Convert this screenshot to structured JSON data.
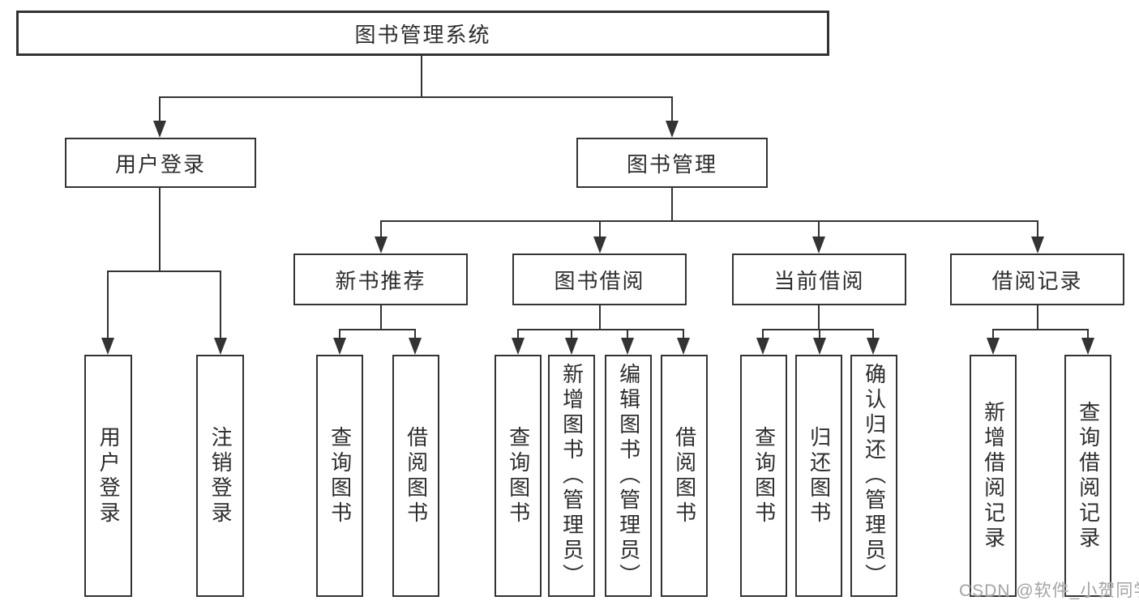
{
  "tree": {
    "root": {
      "label": "图书管理系统"
    },
    "children": [
      {
        "label": "用户登录",
        "children": [
          {
            "label": "用户登录"
          },
          {
            "label": "注销登录"
          }
        ]
      },
      {
        "label": "图书管理",
        "children": [
          {
            "label": "新书推荐",
            "children": [
              {
                "label": "查询图书"
              },
              {
                "label": "借阅图书"
              }
            ]
          },
          {
            "label": "图书借阅",
            "children": [
              {
                "label": "查询图书"
              },
              {
                "label": "新增图书（管理员）"
              },
              {
                "label": "编辑图书（管理员）"
              },
              {
                "label": "借阅图书"
              }
            ]
          },
          {
            "label": "当前借阅",
            "children": [
              {
                "label": "查询图书"
              },
              {
                "label": "归还图书"
              },
              {
                "label": "确认归还（管理员）"
              }
            ]
          },
          {
            "label": "借阅记录",
            "children": [
              {
                "label": "新增借阅记录"
              },
              {
                "label": "查询借阅记录"
              }
            ]
          }
        ]
      }
    ]
  },
  "watermark": "CSDN @软件_小贺同学",
  "colors": {
    "line": "#333333",
    "text": "#2d2d2d",
    "watermark": "#a3a3a3",
    "background": "#ffffff"
  }
}
